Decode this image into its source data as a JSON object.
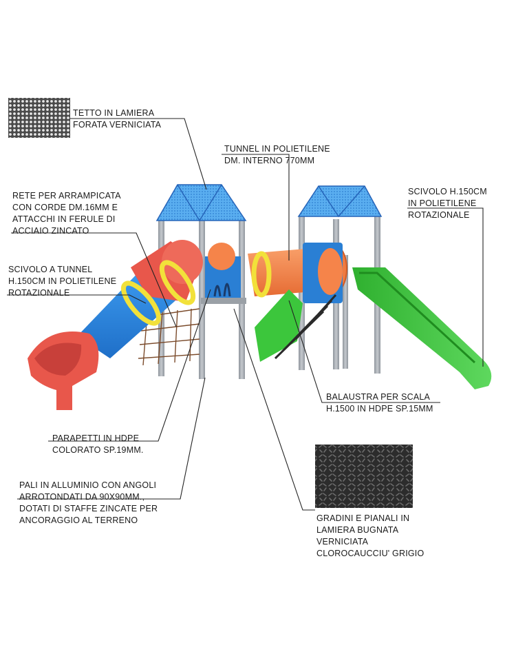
{
  "callouts": {
    "roof": [
      "TETTO IN LAMIERA",
      "FORATA VERNICIATA"
    ],
    "tunnel": [
      "TUNNEL IN POLIETILENE",
      "DM. INTERNO 770MM"
    ],
    "slide": [
      "SCIVOLO H.150CM",
      "IN POLIETILENE",
      "ROTAZIONALE"
    ],
    "net": [
      "RETE PER ARRAMPICATA",
      "CON CORDE DM.16MM E",
      "ATTACCHI IN FERULE DI",
      "ACCIAIO ZINCATO"
    ],
    "tube_slide": [
      "SCIVOLO A TUNNEL",
      "H.150CM IN POLIETILENE",
      "ROTAZIONALE"
    ],
    "balustrade": [
      "BALAUSTRA PER SCALA",
      "H.1500 IN HDPE SP.15MM"
    ],
    "panels": [
      "PARAPETTI IN HDPE",
      "COLORATO SP.19MM."
    ],
    "posts": [
      "PALI IN ALLUMINIO CON ANGOLI",
      "ARROTONDATI DA 90X90MM.,",
      "DOTATI DI STAFFE ZINCATE PER",
      "ANCORAGGIO AL TERRENO"
    ],
    "steps": [
      "GRADINI E PIANALI IN",
      "LAMIERA BUGNATA",
      "VERNICIATA",
      "CLOROCAUCCIU' GRIGIO"
    ]
  },
  "colors": {
    "roof_blue": "#4fa3e6",
    "tube_red": "#e8574b",
    "tube_blue": "#2f8fe8",
    "ring_yellow": "#f2e13a",
    "tunnel_orange": "#f5844a",
    "slide_green": "#3cc63c",
    "post_grey": "#a7acb3",
    "panel_blue": "#2a7fd4"
  },
  "icons": {
    "perforated_sheet": "perforated-sheet-swatch",
    "checker_plate": "checker-plate-swatch"
  }
}
